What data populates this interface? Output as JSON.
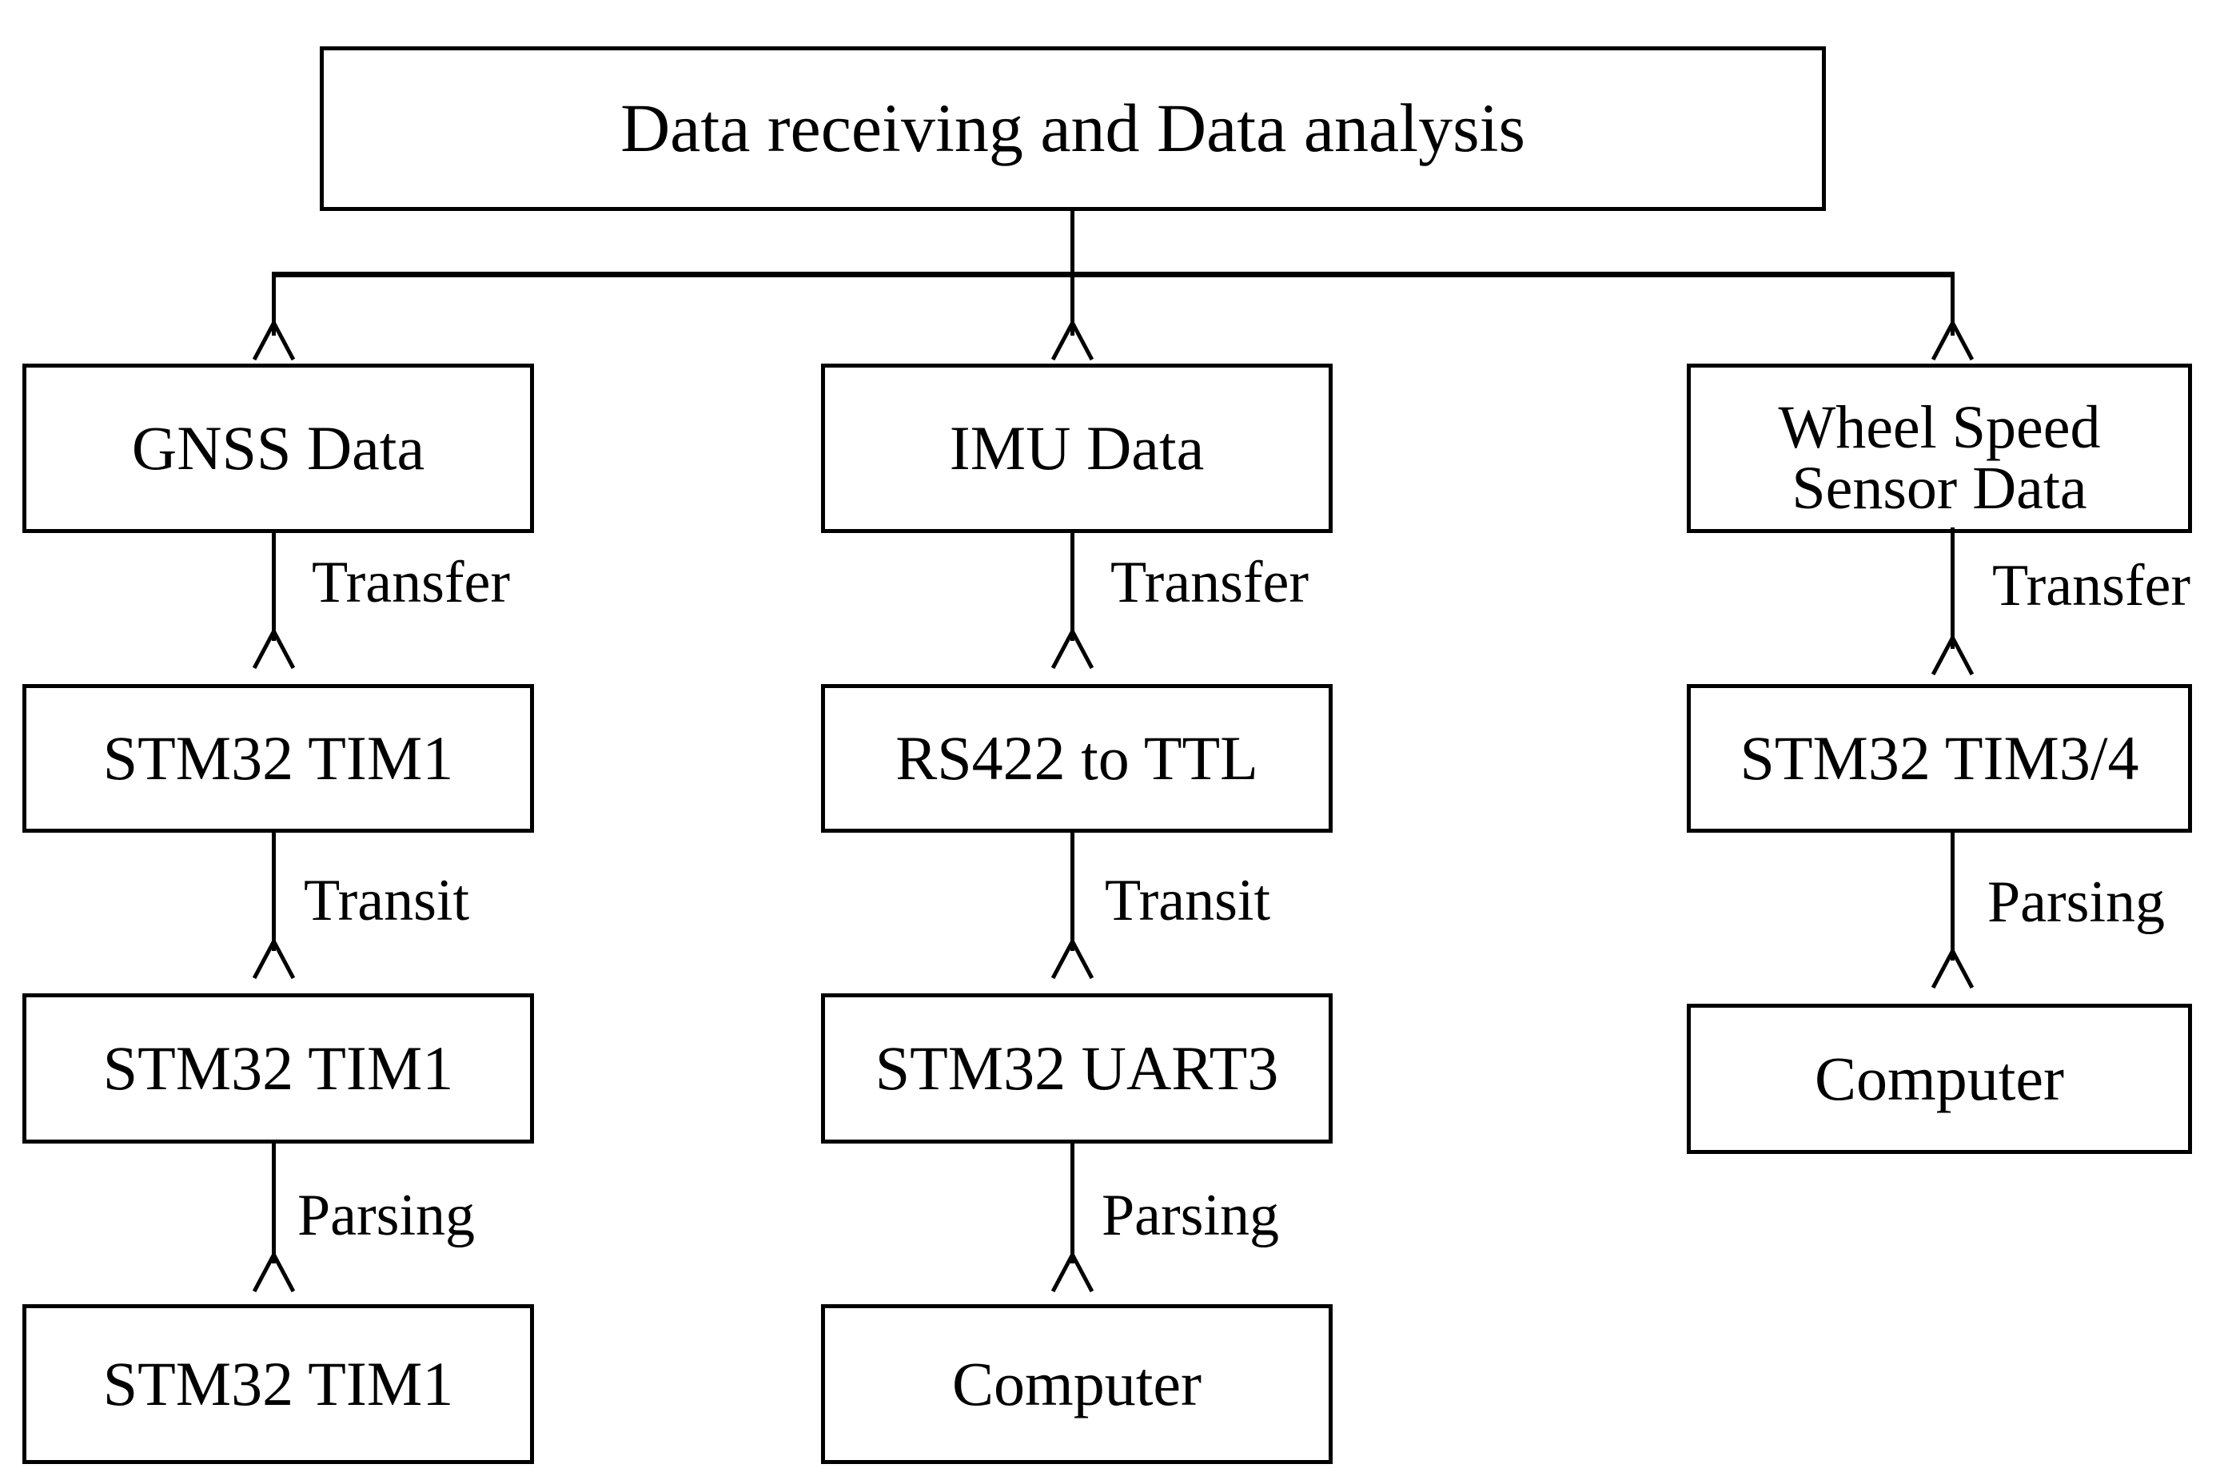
{
  "diagram": {
    "title": "Data receiving and Data analysis",
    "type": "flowchart",
    "orientation": "top-down",
    "background_color": "#ffffff",
    "line_color": "#000000",
    "text_color": "#000000",
    "root": {
      "label": "Data receiving and Data analysis"
    },
    "columns": [
      {
        "id": "gnss",
        "nodes": [
          {
            "label": "GNSS  Data"
          },
          {
            "label": "STM32 TIM1"
          },
          {
            "label": "STM32 TIM1"
          },
          {
            "label": "STM32 TIM1"
          }
        ],
        "edges": [
          {
            "label": "Transfer"
          },
          {
            "label": "Transit"
          },
          {
            "label": "Parsing"
          }
        ]
      },
      {
        "id": "imu",
        "nodes": [
          {
            "label": "IMU  Data"
          },
          {
            "label": "RS422 to TTL"
          },
          {
            "label": "STM32 UART3"
          },
          {
            "label": "Computer"
          }
        ],
        "edges": [
          {
            "label": "Transfer"
          },
          {
            "label": "Transit"
          },
          {
            "label": "Parsing"
          }
        ]
      },
      {
        "id": "wheel-speed",
        "nodes": [
          {
            "label": "Wheel Speed\nSensor Data"
          },
          {
            "label": "STM32 TIM3/4"
          },
          {
            "label": "Computer"
          }
        ],
        "edges": [
          {
            "label": "Transfer"
          },
          {
            "label": "Parsing"
          }
        ]
      }
    ]
  }
}
